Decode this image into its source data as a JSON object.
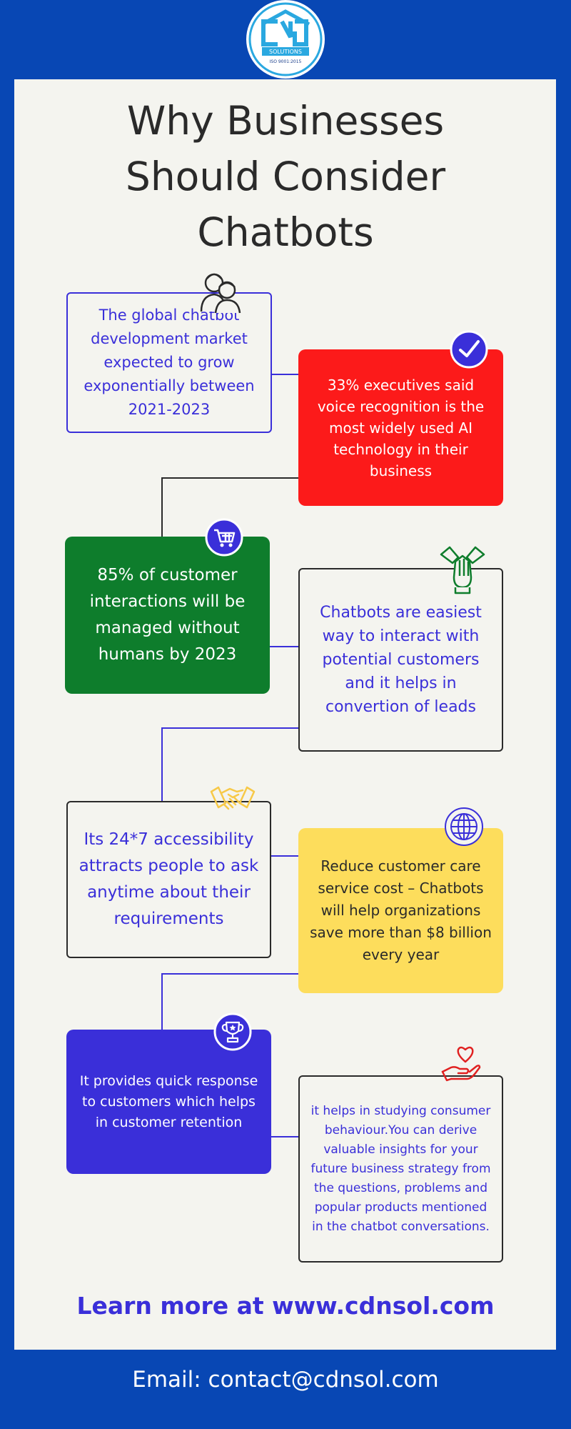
{
  "logo": {
    "badge_text": "SOLUTIONS",
    "iso_text": "ISO 9001:2015"
  },
  "title": {
    "line1": "Why Businesses",
    "line2": "Should Consider",
    "line3": "Chatbots"
  },
  "cards": [
    {
      "text": "The global chatbot development market expected to grow exponentially between 2021-2023",
      "icon": "people-icon"
    },
    {
      "text": "33% executives said voice recognition is the most widely used AI technology in their business",
      "icon": "checkmark-icon"
    },
    {
      "text": "85% of customer interactions will be managed without humans by 2023",
      "icon": "shopping-cart-icon"
    },
    {
      "text": "Chatbots are easiest way to interact with potential customers and it helps in convertion of leads",
      "icon": "teamwork-hands-icon"
    },
    {
      "text": "Its 24*7 accessibility attracts people to ask anytime about their requirements",
      "icon": "handshake-icon"
    },
    {
      "text": "Reduce customer care service cost – Chatbots will help organizations save more than $8 billion every year",
      "icon": "globe-icon"
    },
    {
      "text": "It provides quick response to customers which helps in customer retention",
      "icon": "trophy-icon"
    },
    {
      "text": "it helps in studying consumer behaviour.You can derive valuable insights for your future business strategy from the questions, problems and popular products mentioned in the chatbot conversations.",
      "icon": "heart-hand-icon"
    }
  ],
  "footer": {
    "learn_more": "Learn more at www.cdnsol.com",
    "email": "Email: contact@cdnsol.com"
  },
  "colors": {
    "background_blue": "#0847b4",
    "panel": "#f4f4ef",
    "accent_blue": "#3a2fd9",
    "red": "#fc1a1a",
    "green": "#0e7d2c",
    "yellow": "#fddd5c"
  }
}
